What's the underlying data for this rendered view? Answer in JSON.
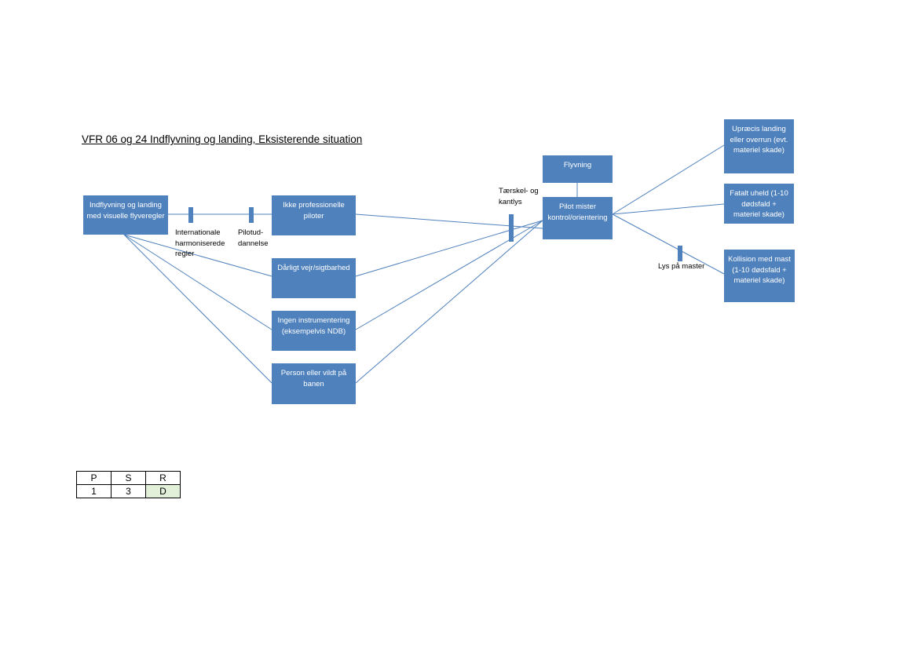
{
  "title": "VFR 06 og 24 Indflyvning og landing, Eksisterende situation",
  "boxes": {
    "source": "Indflyvning og landing med visuelle flyveregler",
    "cause1": "Ikke professionelle piloter",
    "cause2": "Dårligt vejr/sigtbarhed",
    "cause3": "Ingen instrumentering (eksempelvis NDB)",
    "cause4": "Person eller vildt på banen",
    "flyvning": "Flyvning",
    "top_event": "Pilot mister kontrol/orientering",
    "cons1": "Upræcis landing eller overrun (evt. materiel skade)",
    "cons2": "Fatalt uheld (1-10 dødsfald + materiel skade)",
    "cons3": "Kollision med mast (1-10 dødsfald + materiel skade)"
  },
  "barriers": {
    "b1": "Internationale harmoniserede regler",
    "b2": "Pilotud-dannelse",
    "b3": "Tærskel- og kantlys",
    "b4": "Lys på master"
  },
  "psr": {
    "headers": [
      "P",
      "S",
      "R"
    ],
    "values": [
      "1",
      "3",
      "D"
    ],
    "rating_color": "#e2efd9"
  },
  "colors": {
    "box_fill": "#4f81bd",
    "line": "#4f81bd"
  }
}
